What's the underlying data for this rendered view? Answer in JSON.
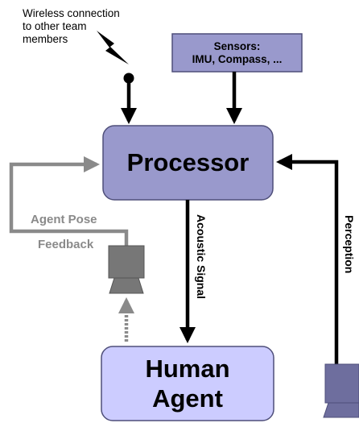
{
  "wireless": {
    "line1": "Wireless connection",
    "line2": "to other team",
    "line3": "members"
  },
  "sensors": {
    "line1": "Sensors:",
    "line2": "IMU, Compass, ..."
  },
  "processor": {
    "label": "Processor"
  },
  "human_agent": {
    "line1": "Human",
    "line2": "Agent"
  },
  "agent_pose_feedback": {
    "line1": "Agent Pose",
    "line2": "Feedback"
  },
  "acoustic_signal": {
    "label": "Acoustic Signal"
  },
  "perception": {
    "label": "Perception"
  },
  "colors": {
    "processor_fill": "#9999cc",
    "sensors_fill": "#9999cc",
    "human_fill": "#ccccff",
    "box_border": "#4f4f7a",
    "feedback_gray": "#8a8a8a",
    "camera_gray": "#777777",
    "camera_purple": "#6e6e9e"
  }
}
